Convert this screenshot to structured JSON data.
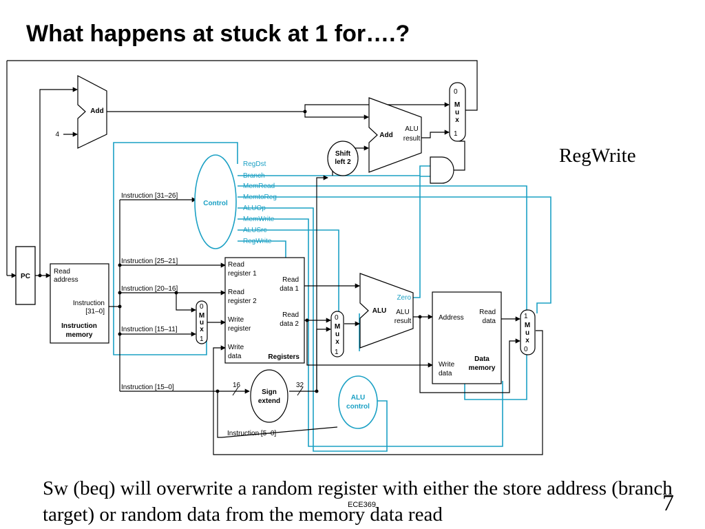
{
  "slide": {
    "title": "What happens at stuck at 1 for….?",
    "side_label": "RegWrite",
    "caption": "Sw (beq) will overwrite a random register with either the store address (branch target) or random data from the memory data read",
    "footer": "ECE369",
    "slide_number": "7"
  },
  "diagram": {
    "colors": {
      "datapath": "#000000",
      "control": "#1aa0c4"
    },
    "pc_label": "PC",
    "const_four": "4",
    "add_label": "Add",
    "add2_label": "Add",
    "add2_result": [
      "ALU",
      "result"
    ],
    "shift_left": [
      "Shift",
      "left 2"
    ],
    "control_label": "Control",
    "control_signals": [
      "RegDst",
      "Branch",
      "MemRead",
      "MemtoReg",
      "ALUOp",
      "MemWrite",
      "ALUSrc",
      "RegWrite"
    ],
    "instruction_fields": [
      "Instruction [31–26]",
      "Instruction [25–21]",
      "Instruction [20–16]",
      "Instruction [15–11]",
      "Instruction [15–0]",
      "Instruction [5–0]"
    ],
    "imem": {
      "read_address": [
        "Read",
        "address"
      ],
      "instruction": [
        "Instruction",
        "[31–0]"
      ],
      "name": [
        "Instruction",
        "memory"
      ]
    },
    "registers": {
      "read_reg1": [
        "Read",
        "register 1"
      ],
      "read_reg2": [
        "Read",
        "register 2"
      ],
      "write_reg": [
        "Write",
        "register"
      ],
      "write_data": [
        "Write",
        "data"
      ],
      "read_data1": [
        "Read",
        "data 1"
      ],
      "read_data2": [
        "Read",
        "data 2"
      ],
      "name": "Registers"
    },
    "mux_letters": [
      "M",
      "u",
      "x"
    ],
    "mux_top": {
      "in0": "0",
      "in1": "1"
    },
    "mux_regdst": {
      "in0": "0",
      "in1": "1"
    },
    "mux_alusrc": {
      "in0": "0",
      "in1": "1"
    },
    "mux_memtoreg": {
      "in0": "1",
      "in1": "0"
    },
    "alu": {
      "label": "ALU",
      "zero": "Zero",
      "result": [
        "ALU",
        "result"
      ]
    },
    "dmem": {
      "address": "Address",
      "read_data": [
        "Read",
        "data"
      ],
      "write_data": [
        "Write",
        "data"
      ],
      "name": [
        "Data",
        "memory"
      ]
    },
    "sign_extend": [
      "Sign",
      "extend"
    ],
    "bit_16": "16",
    "bit_32": "32",
    "alu_control": [
      "ALU",
      "control"
    ]
  }
}
